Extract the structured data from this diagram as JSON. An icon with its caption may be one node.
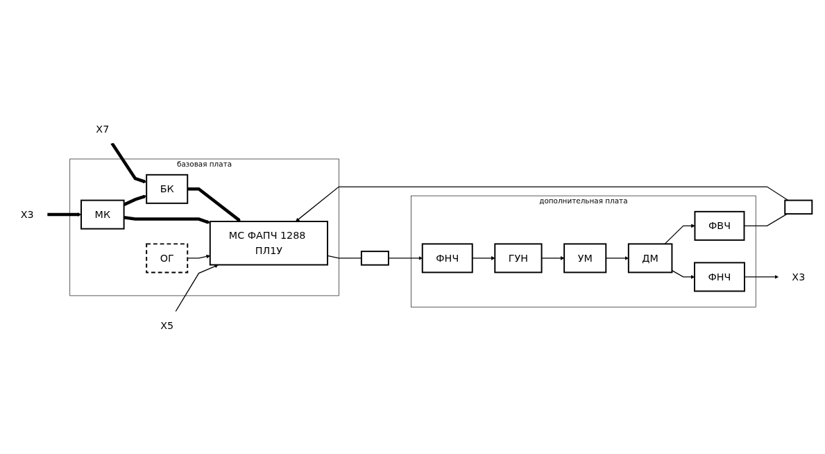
{
  "diagram": {
    "nodes": [
      {
        "text": [
          "X5"
        ]
      },
      {
        "text": [
          "базовая плата"
        ]
      },
      {
        "text": [
          "ОГ"
        ],
        "in": 1
      },
      {
        "text": [
          "МС ФАПЧ 1288 ПЛ1У"
        ],
        "in": 1
      },
      {
        "text": [
          "МК"
        ],
        "in": 1
      },
      {
        "text": [
          "БК"
        ],
        "in": 1
      },
      {
        "text": [
          "X3"
        ]
      },
      {
        "text": [
          "X7"
        ]
      },
      {
        "text": [],
        "shape": "box"
      },
      {
        "text": [],
        "shape": "box"
      },
      {
        "text": [
          "дополнительная плата"
        ]
      },
      {
        "text": [
          "ФНЧ"
        ],
        "in": 10
      },
      {
        "text": [
          "ГУН"
        ],
        "in": 10
      },
      {
        "text": [
          "УМ"
        ],
        "in": 10
      },
      {
        "text": [
          "ДМ"
        ],
        "in": 10
      },
      {
        "text": [
          "ФВЧ"
        ],
        "in": 10
      },
      {
        "text": [
          "ФНЧ"
        ],
        "in": 10
      },
      {
        "text": [
          "X3"
        ]
      }
    ],
    "edges": [
      {
        "from": 0,
        "to": 3,
        "arrow": "to"
      },
      {
        "from": 2,
        "to": 3,
        "arrow": "to"
      },
      {
        "from": 6,
        "to": 4,
        "arrow": "to",
        "style": "thick"
      },
      {
        "from": 4,
        "to": 3,
        "arrow": "to",
        "style": "thick"
      },
      {
        "from": 4,
        "to": 5,
        "arrow": "to",
        "style": "thick"
      },
      {
        "from": 7,
        "to": 5,
        "arrow": "to",
        "style": "thick"
      },
      {
        "from": 5,
        "to": 3,
        "arrow": "to",
        "style": "thick"
      },
      {
        "from": 3,
        "to": 8,
        "arrow": "none"
      },
      {
        "from": 8,
        "to": 11,
        "arrow": "to"
      },
      {
        "from": 11,
        "to": 12,
        "arrow": "to"
      },
      {
        "from": 12,
        "to": 13,
        "arrow": "to"
      },
      {
        "from": 13,
        "to": 14,
        "arrow": "to"
      },
      {
        "from": 14,
        "to": 15,
        "arrow": "to"
      },
      {
        "from": 15,
        "to": 9,
        "arrow": "none"
      },
      {
        "from": 9,
        "to": 3,
        "arrow": "to"
      },
      {
        "from": 14,
        "to": 16,
        "arrow": "to"
      },
      {
        "from": 16,
        "to": 17,
        "arrow": "to"
      }
    ]
  }
}
